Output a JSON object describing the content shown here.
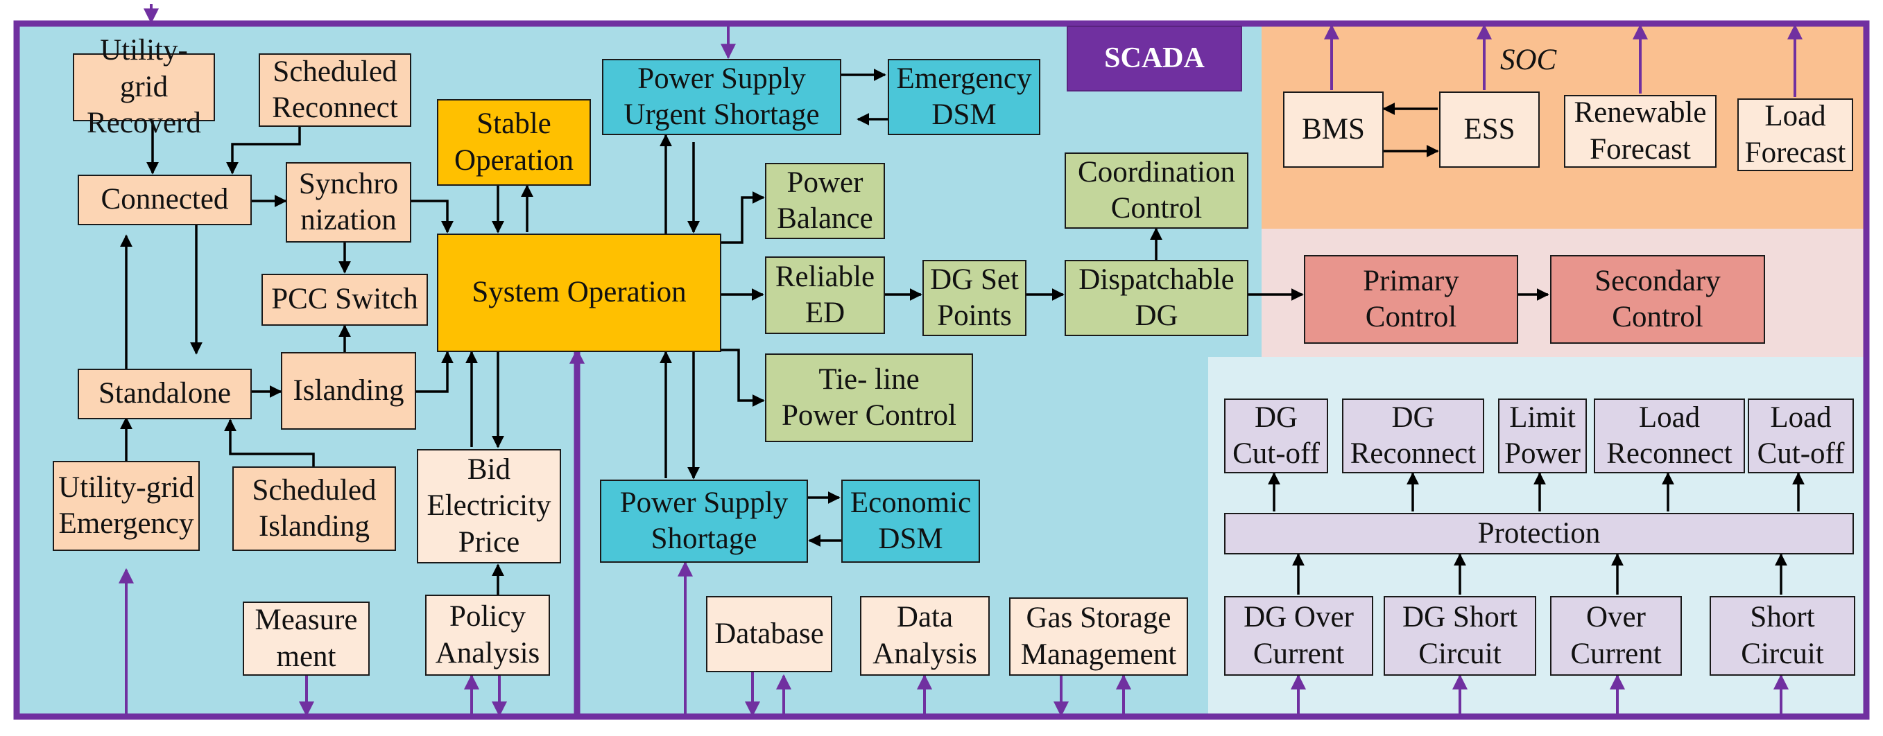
{
  "colors": {
    "scada_bus": "#7030a0",
    "control_panel": "#a9dce7",
    "forecast_panel": "#fac090",
    "primary_panel": "#f2dcdb",
    "protection_panel": "#daeef3"
  },
  "scada": {
    "label": "SCADA"
  },
  "soc_label": "SOC",
  "grid_states": {
    "utility_grid_recovered": "Utility-grid\nRecoverd",
    "scheduled_reconnect": "Scheduled\nReconnect",
    "connected": "Connected",
    "synchronization": "Synchro\nnization",
    "pcc_switch": "PCC Switch",
    "standalone": "Standalone",
    "islanding": "Islanding",
    "utility_grid_emergency": "Utility-grid\nEmergency",
    "scheduled_islanding": "Scheduled\nIslanding"
  },
  "operation": {
    "stable_operation": "Stable\nOperation",
    "system_operation": "System Operation",
    "power_supply_urgent_shortage": "Power Supply\nUrgent Shortage",
    "emergency_dsm": "Emergency\nDSM",
    "power_balance": "Power\nBalance",
    "reliable_ed": "Reliable\nED",
    "dg_set_points": "DG Set\nPoints",
    "dispatchable_dg": "Dispatchable\nDG",
    "coordination_control": "Coordination\nControl",
    "tie_line_power_control": "Tie- line\nPower Control",
    "bid_electricity_price": "Bid\nElectricity\nPrice",
    "policy_analysis": "Policy\nAnalysis",
    "power_supply_shortage": "Power Supply\nShortage",
    "economic_dsm": "Economic\nDSM"
  },
  "services": {
    "measurement": "Measure\nment",
    "database": "Database",
    "data_analysis": "Data\nAnalysis",
    "gas_storage_management": "Gas Storage\nManagement"
  },
  "forecast": {
    "bms": "BMS",
    "ess": "ESS",
    "renewable_forecast": "Renewable\nForecast",
    "load_forecast": "Load\nForecast"
  },
  "control": {
    "primary_control": "Primary\nControl",
    "secondary_control": "Secondary\nControl"
  },
  "protection": {
    "protection": "Protection",
    "dg_cut_off": "DG\nCut-off",
    "dg_reconnect": "DG\nReconnect",
    "limit_power": "Limit\nPower",
    "load_reconnect": "Load\nReconnect",
    "load_cut_off": "Load\nCut-off",
    "dg_over_current": "DG Over\nCurrent",
    "dg_short_circuit": "DG Short\nCircuit",
    "over_current": "Over\nCurrent",
    "short_circuit": "Short\nCircuit"
  }
}
